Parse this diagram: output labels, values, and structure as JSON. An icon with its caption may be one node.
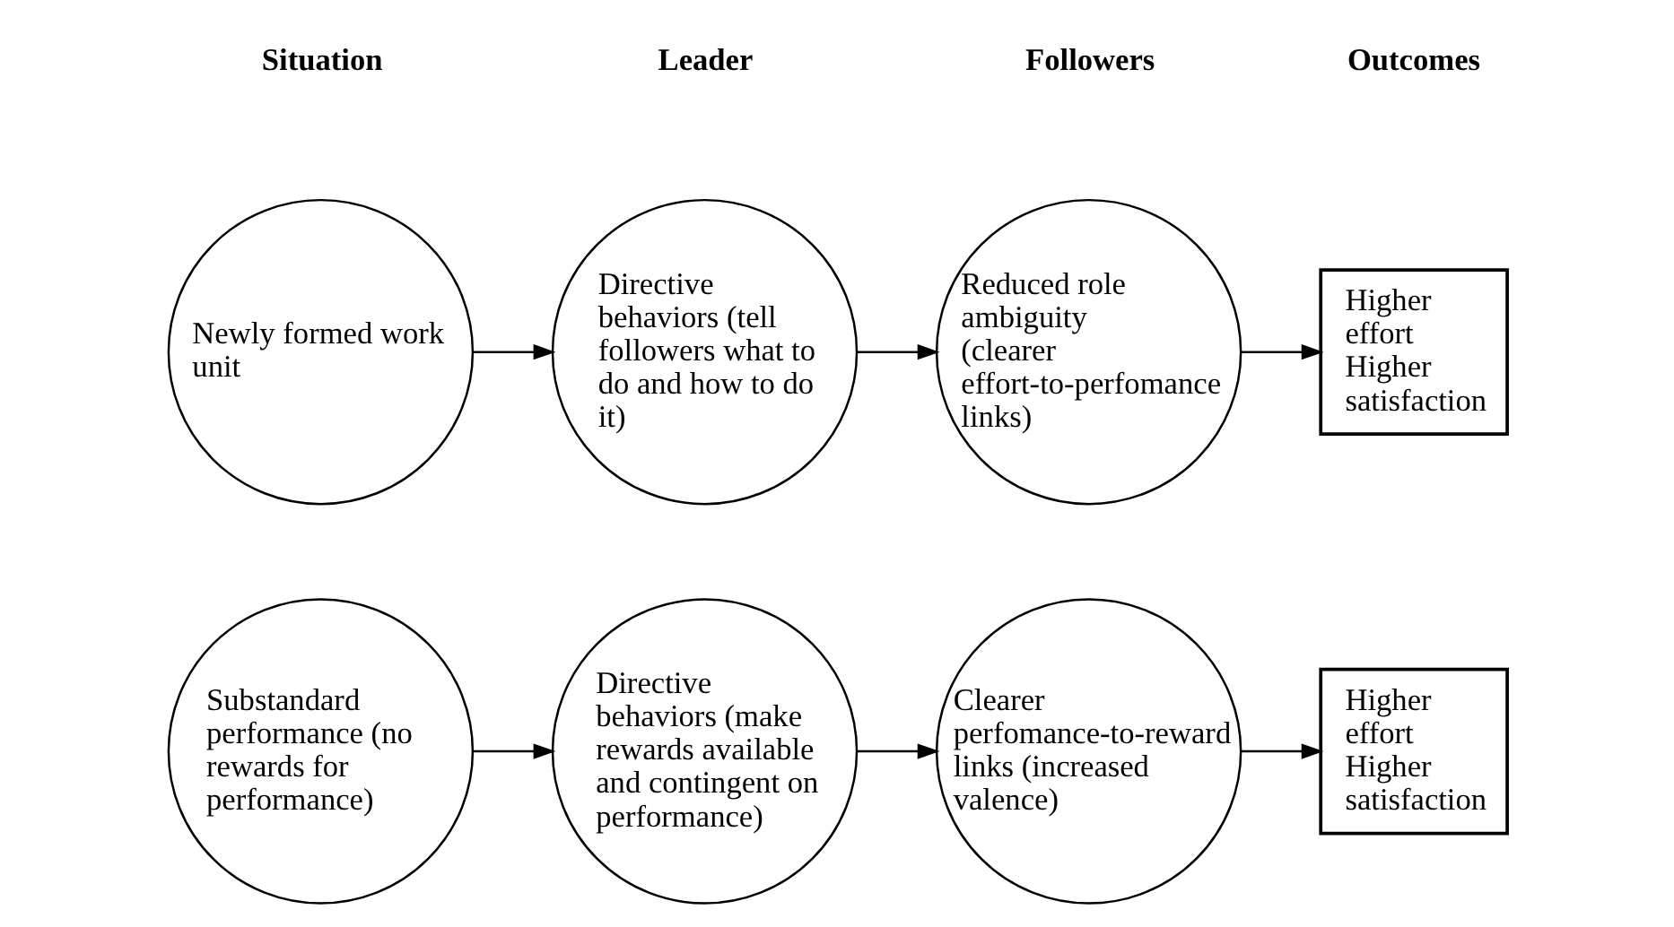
{
  "diagram": {
    "nodes": [
      {
        "text": [
          "Newly formed work unit"
        ]
      },
      {
        "text": [
          "Directive behaviors (tell followers what to do and how to do it)"
        ]
      },
      {
        "text": [
          "Reduced role ambiguity (clearer effort-to-perfomance links)"
        ]
      },
      {
        "text": [
          "Higher effort",
          "Higher satisfaction"
        ]
      },
      {
        "text": [
          "Substandard performance (no rewards for performance)"
        ]
      },
      {
        "text": [
          "Directive behaviors (make rewards available and contingent on performance)"
        ]
      },
      {
        "text": [
          "Clearer perfomance-to-reward links (increased valence)"
        ]
      },
      {
        "text": [
          "Higher effort",
          "Higher satisfaction"
        ]
      }
    ],
    "edges": [
      {
        "from": 0,
        "to": 1,
        "arrow": "to"
      },
      {
        "from": 1,
        "to": 2,
        "arrow": "to"
      },
      {
        "from": 2,
        "to": 3,
        "arrow": "to"
      },
      {
        "from": 4,
        "to": 5,
        "arrow": "to"
      },
      {
        "from": 5,
        "to": 6,
        "arrow": "to"
      },
      {
        "from": 6,
        "to": 7,
        "arrow": "to"
      }
    ],
    "labels": [
      "Situation",
      "Leader",
      "Followers",
      "Outcomes"
    ]
  }
}
